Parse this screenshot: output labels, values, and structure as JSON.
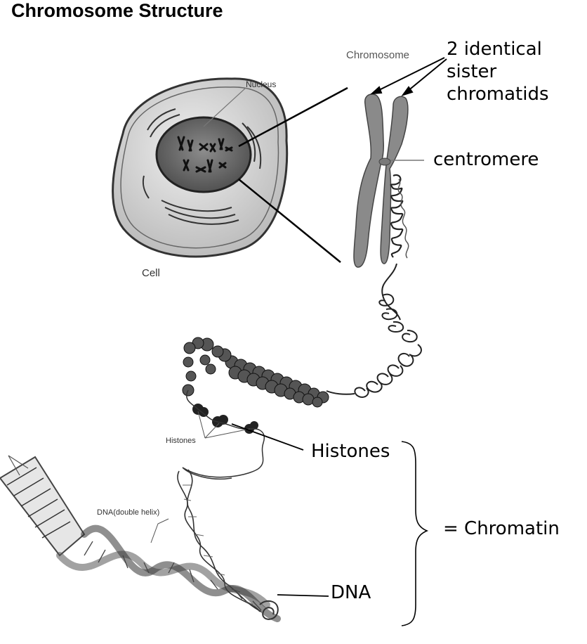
{
  "title": "Chromosome Structure",
  "figure_labels": {
    "nucleus": "Nucleus",
    "cell": "Cell",
    "chromosome": "Chromosome",
    "histones_small": "Histones",
    "dna_double_helix": "DNA(double helix)"
  },
  "annotations": {
    "sister_chromatids": [
      "2 identical",
      "sister",
      "chromatids"
    ],
    "centromere": "centromere",
    "histones": "Histones",
    "chromatin": "= Chromatin",
    "dna": "DNA"
  },
  "colors": {
    "chromosome_fill": "#8a8a8a",
    "nucleus_fill": "#6f6f6f",
    "cell_fill": "#d9d9d9",
    "line": "#000000"
  }
}
